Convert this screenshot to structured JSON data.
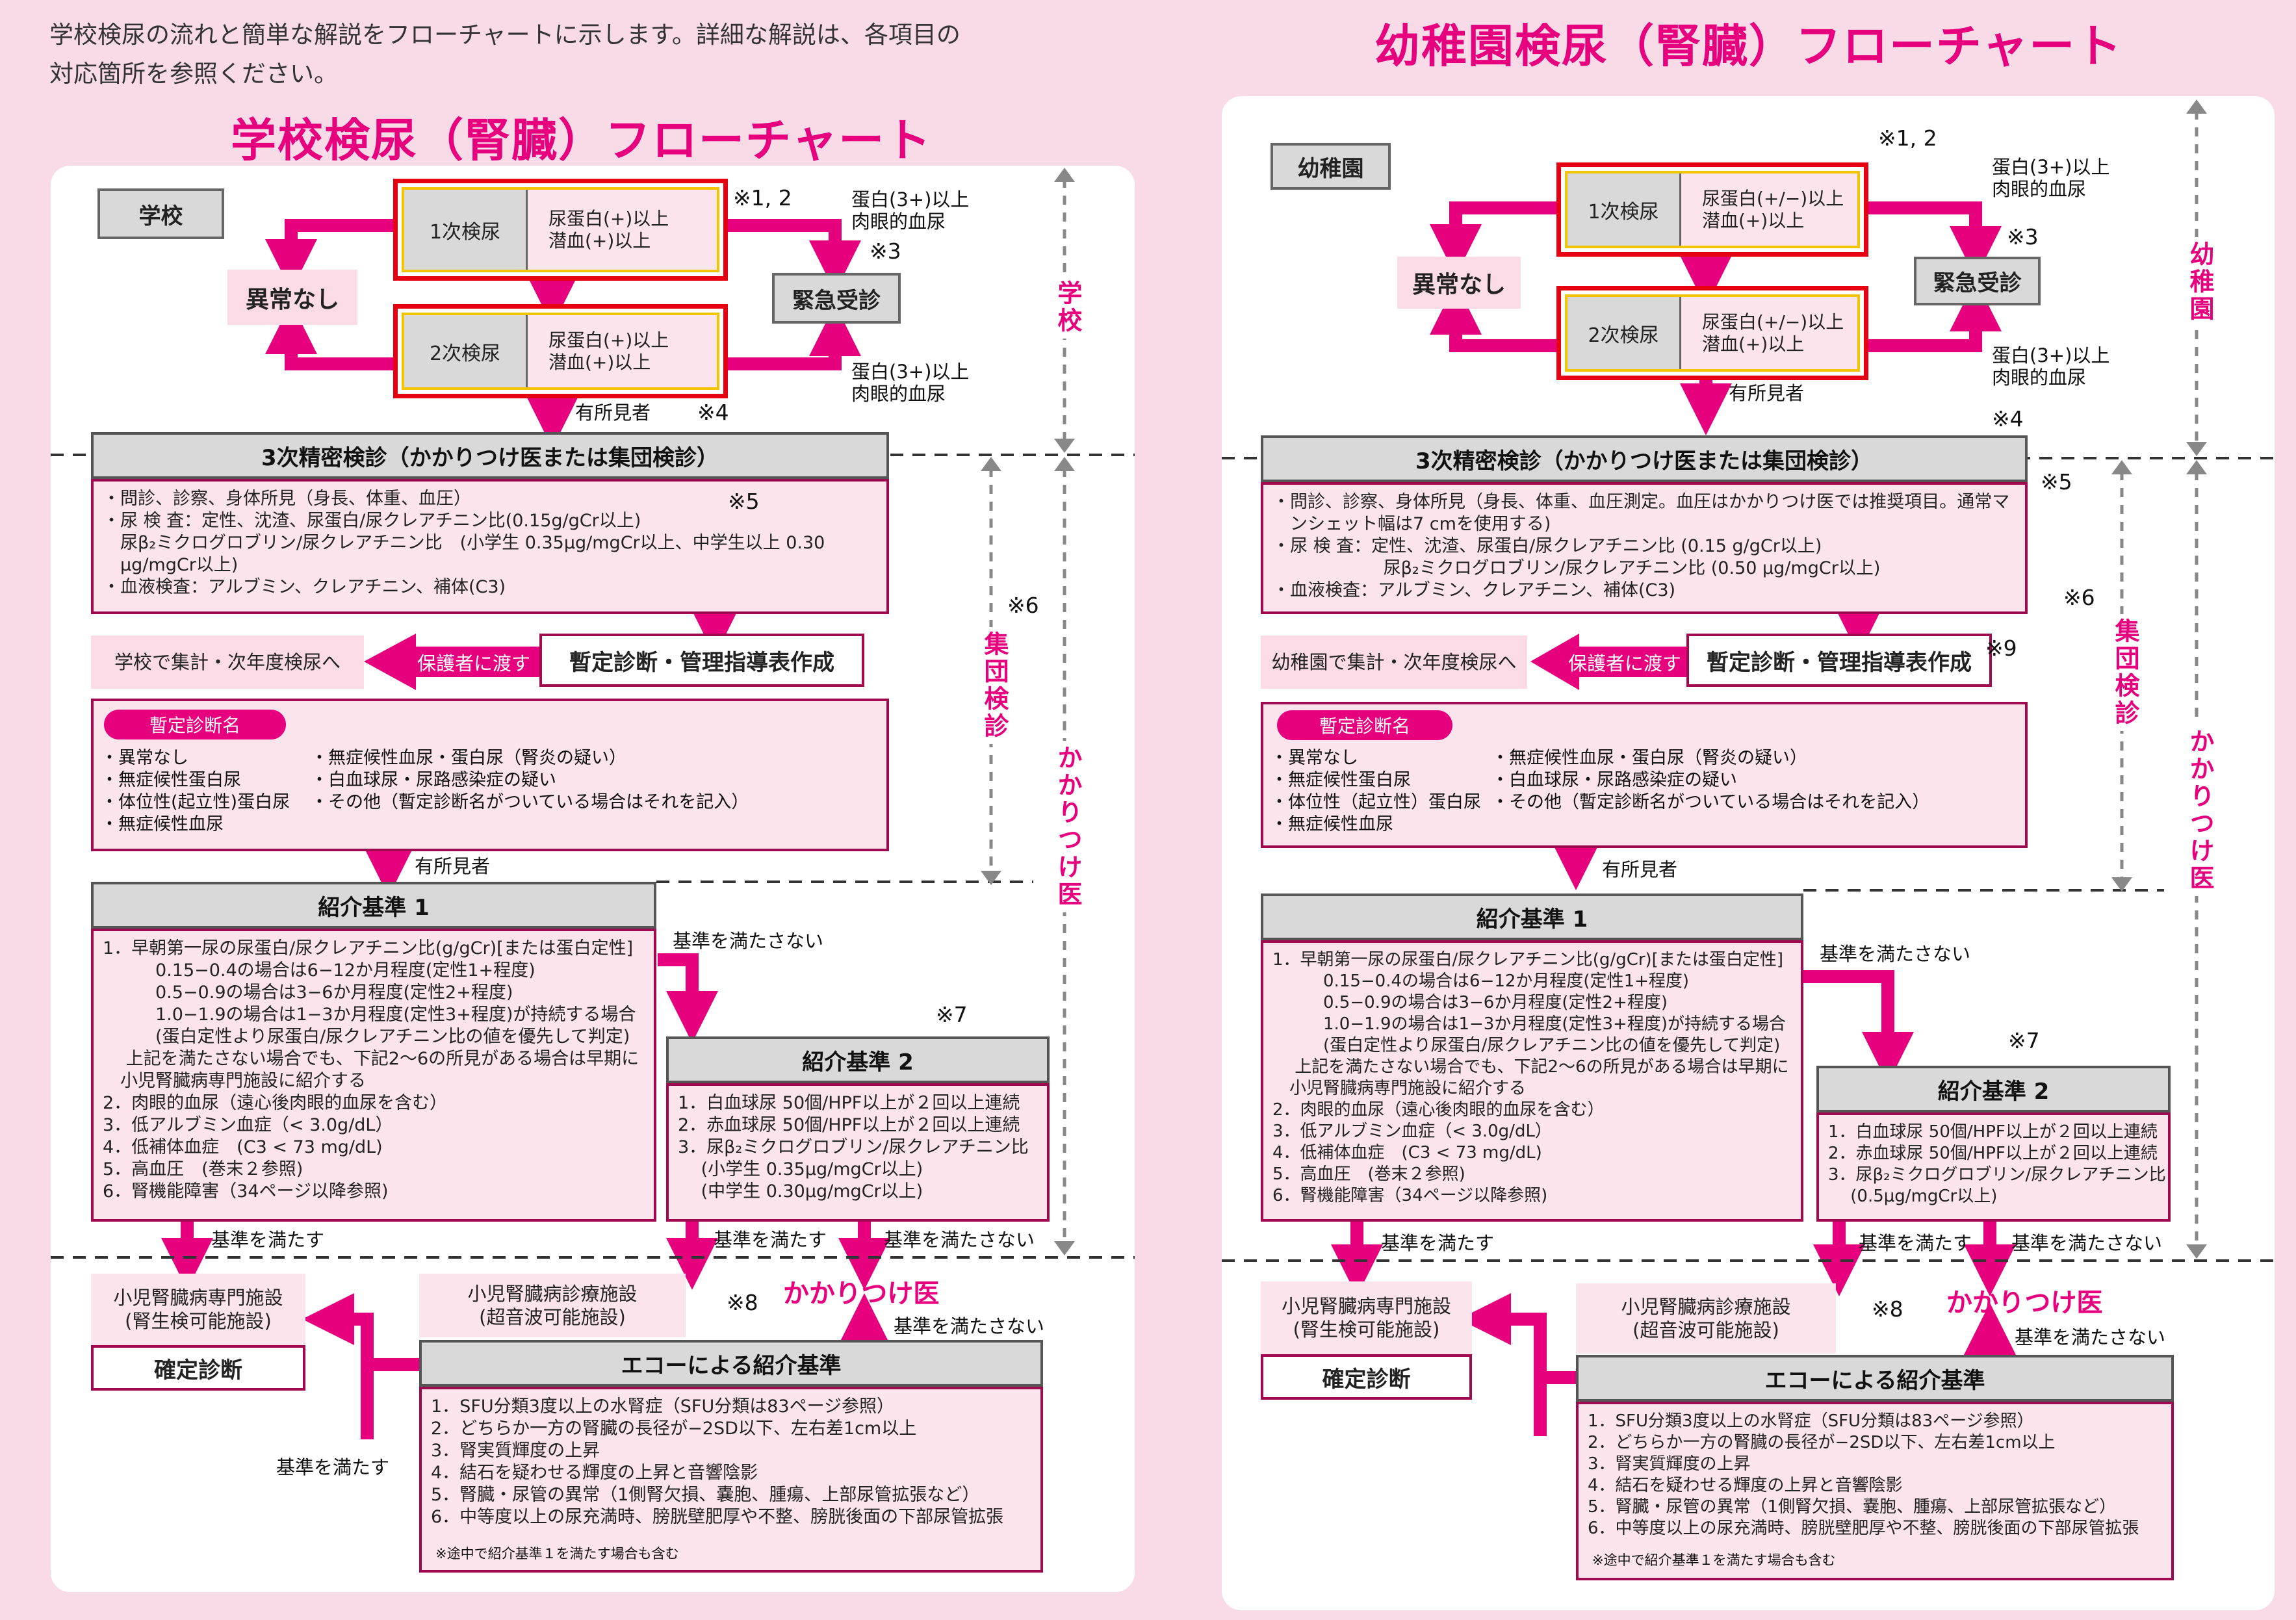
{
  "left": {
    "intro": "学校検尿の流れと簡単な解説をフローチャートに示します。詳細な解説は、各項目の\n対応箇所を参照ください。",
    "title": "学校検尿（腎臓）フローチャート",
    "place": "学校",
    "screen1": {
      "label": "1次検尿",
      "criteria": "尿蛋白(+)以上\n潜血(+)以上"
    },
    "screen2": {
      "label": "2次検尿",
      "criteria": "尿蛋白(+)以上\n潜血(+)以上"
    },
    "note12": "※1, 2",
    "note3": "※3",
    "note4": "※4",
    "note5": "※5",
    "note6": "※6",
    "note7": "※7",
    "note8": "※8",
    "normal": "異常なし",
    "emergency": "緊急受診",
    "emerg_crit_top": "蛋白(3+)以上\n肉眼的血尿",
    "emerg_crit_bottom": "蛋白(3+)以上\n肉眼的血尿",
    "finding": "有所見者",
    "detail_header": "3次精密検診（かかりつけ医または集団検診）",
    "detail_body": "・問診、診察、身体所見（身長、体重、血圧）\n・尿 検 査：定性、沈渣、尿蛋白/尿クレアチニン比(0.15g/gCr以上)\n　尿β₂ミクログロブリン/尿クレアチニン比　(小学生 0.35μg/mgCr以上、中学生以上 0.30\n　μg/mgCr以上)\n・血液検査：アルブミン、クレアチニン、補体(C3)",
    "tally": "学校で集計・次年度検尿へ",
    "give_guardian": "保護者に渡す",
    "prov_diag": "暫定診断・管理指導表作成",
    "prov_tag": "暫定診断名",
    "prov_col1": "・異常なし\n・無症候性蛋白尿\n・体位性(起立性)蛋白尿\n・無症候性血尿",
    "prov_col2": "・無症候性血尿・蛋白尿（腎炎の疑い）\n・白血球尿・尿路感染症の疑い\n・その他（暫定診断名がついている場合はそれを記入）",
    "finding2": "有所見者",
    "ref1_header": "紹介基準 1",
    "ref1_body": "1．早朝第一尿の尿蛋白/尿クレアチニン比(g/gCr)[または蛋白定性]\n　　　0.15−0.4の場合は6−12か月程度(定性1+程度)\n　　　0.5−0.9の場合は3−6か月程度(定性2+程度)\n　　　1.0−1.9の場合は1−3か月程度(定性3+程度)が持続する場合\n　　　(蛋白定性より尿蛋白/尿クレアチニン比の値を優先して判定)\n　 上記を満たさない場合でも、下記2〜6の所見がある場合は早期に\n　小児腎臓病専門施設に紹介する\n2．肉眼的血尿（遠心後肉眼的血尿を含む）\n3．低アルブミン血症（< 3.0g/dL）\n4．低補体血症　(C3 < 73 mg/dL)\n5．高血圧　(巻末２参照)\n6．腎機能障害（34ページ以降参照)",
    "not_meet": "基準を満たさない",
    "ref2_header": "紹介基準 2",
    "ref2_body": "1．白血球尿 50個/HPF以上が２回以上連続\n2．赤血球尿 50個/HPF以上が２回以上連続\n3．尿β₂ミクログロブリン/尿クレアチニン比\n　 (小学生 0.35μg/mgCr以上)\n　 (中学生 0.30μg/mgCr以上)",
    "meet1": "基準を満たす",
    "meet2": "基準を満たす",
    "not_meet2": "基準を満たさない",
    "specialist": "小児腎臓病専門施設\n(腎生検可能施設)",
    "clinic": "小児腎臓病診療施設\n(超音波可能施設)",
    "family_doc": "かかりつけ医",
    "not_meet3": "基準を満たさない",
    "confirm": "確定診断",
    "echo_header": "エコーによる紹介基準",
    "echo_body": "1．SFU分類3度以上の水腎症（SFU分類は83ページ参照）\n2．どちらか一方の腎臓の長径が−2SD以下、左右差1cm以上\n3．腎実質輝度の上昇\n4．結石を疑わせる輝度の上昇と音響陰影\n5．腎臓・尿管の異常（1側腎欠損、嚢胞、腫瘍、上部尿管拡張など）\n6．中等度以上の尿充満時、膀胱壁肥厚や不整、膀胱後面の下部尿管拡張",
    "echo_foot": "※途中で紹介基準１を満たす場合も含む",
    "meet3": "基準を満たす",
    "side_school": "学校",
    "side_group": "集団検診",
    "side_family": "かかりつけ医"
  },
  "right": {
    "title": "幼稚園検尿（腎臓）フローチャート",
    "place": "幼稚園",
    "screen1": {
      "label": "1次検尿",
      "criteria": "尿蛋白(+/−)以上\n潜血(+)以上"
    },
    "screen2": {
      "label": "2次検尿",
      "criteria": "尿蛋白(+/−)以上\n潜血(+)以上"
    },
    "note12": "※1, 2",
    "note3": "※3",
    "note4": "※4",
    "note5": "※5",
    "note6": "※6",
    "note7": "※7",
    "note8": "※8",
    "note9": "※9",
    "normal": "異常なし",
    "emergency": "緊急受診",
    "emerg_crit_top": "蛋白(3+)以上\n肉眼的血尿",
    "emerg_crit_bottom": "蛋白(3+)以上\n肉眼的血尿",
    "finding": "有所見者",
    "detail_header": "3次精密検診（かかりつけ医または集団検診）",
    "detail_body": "・問診、診察、身体所見（身長、体重、血圧測定。血圧はかかりつけ医では推奨項目。通常マ\n　ンシェット幅は7 cmを使用する)\n・尿 検 査：定性、沈渣、尿蛋白/尿クレアチニン比 (0.15 g/gCr以上)\n　　　　　　 尿β₂ミクログロブリン/尿クレアチニン比 (0.50 μg/mgCr以上)\n・血液検査：アルブミン、クレアチニン、補体(C3)",
    "tally": "幼稚園で集計・次年度検尿へ",
    "give_guardian": "保護者に渡す",
    "prov_diag": "暫定診断・管理指導表作成",
    "prov_tag": "暫定診断名",
    "prov_col1": "・異常なし\n・無症候性蛋白尿\n・体位性（起立性）蛋白尿\n・無症候性血尿",
    "prov_col2": "・無症候性血尿・蛋白尿（腎炎の疑い）\n・白血球尿・尿路感染症の疑い\n・その他（暫定診断名がついている場合はそれを記入）",
    "finding2": "有所見者",
    "ref1_header": "紹介基準 1",
    "ref1_body": "1．早朝第一尿の尿蛋白/尿クレアチニン比(g/gCr)[または蛋白定性]\n　　　0.15−0.4の場合は6−12か月程度(定性1+程度)\n　　　0.5−0.9の場合は3−6か月程度(定性2+程度)\n　　　1.0−1.9の場合は1−3か月程度(定性3+程度)が持続する場合\n　　　(蛋白定性より尿蛋白/尿クレアチニン比の値を優先して判定)\n　 上記を満たさない場合でも、下記2〜6の所見がある場合は早期に\n　小児腎臓病専門施設に紹介する\n2．肉眼的血尿（遠心後肉眼的血尿を含む）\n3．低アルブミン血症（< 3.0g/dL）\n4．低補体血症　(C3 < 73 mg/dL)\n5．高血圧　(巻末２参照)\n6．腎機能障害（34ページ以降参照)",
    "not_meet": "基準を満たさない",
    "ref2_header": "紹介基準 2",
    "ref2_body": "1．白血球尿 50個/HPF以上が２回以上連続\n2．赤血球尿 50個/HPF以上が２回以上連続\n3．尿β₂ミクログロブリン/尿クレアチニン比\n　 (0.5μg/mgCr以上)",
    "meet1": "基準を満たす",
    "meet2": "基準を満たす",
    "not_meet2": "基準を満たさない",
    "specialist": "小児腎臓病専門施設\n(腎生検可能施設)",
    "clinic": "小児腎臓病診療施設\n(超音波可能施設)",
    "family_doc": "かかりつけ医",
    "not_meet3": "基準を満たさない",
    "confirm": "確定診断",
    "echo_header": "エコーによる紹介基準",
    "echo_body": "1．SFU分類3度以上の水腎症（SFU分類は83ページ参照）\n2．どちらか一方の腎臓の長径が−2SD以下、左右差1cm以上\n3．腎実質輝度の上昇\n4．結石を疑わせる輝度の上昇と音響陰影\n5．腎臓・尿管の異常（1側腎欠損、嚢胞、腫瘍、上部尿管拡張など）\n6．中等度以上の尿充満時、膀胱壁肥厚や不整、膀胱後面の下部尿管拡張",
    "echo_foot": "※途中で紹介基準１を満たす場合も含む",
    "side_kinder": "幼稚園",
    "side_group": "集団検診",
    "side_family": "かかりつけ医"
  },
  "colors": {
    "accent": "#e6007e",
    "background": "#f9dbe8",
    "box_fill": "#fce4ec",
    "screen_border": "#e60012",
    "screen_inner": "#f2c500"
  }
}
